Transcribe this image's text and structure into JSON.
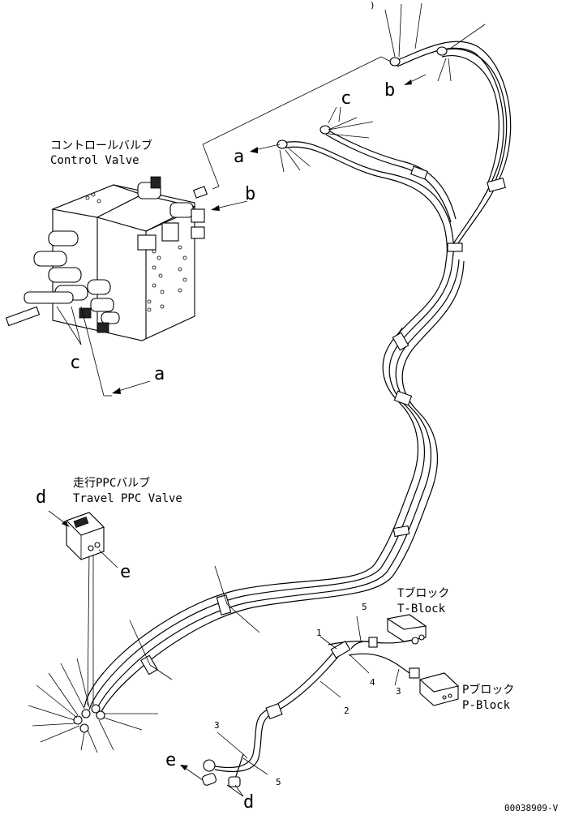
{
  "labels": {
    "control_valve_ja": "コントロールバルブ",
    "control_valve_en": "Control Valve",
    "travel_ppc_ja": "走行PPCバルブ",
    "travel_ppc_en": "Travel PPC Valve",
    "t_block_ja": "Tブロック",
    "t_block_en": "T-Block",
    "p_block_ja": "Pブロック",
    "p_block_en": "P-Block",
    "drawing_no": "00038909-V"
  },
  "callouts": {
    "a_top": "a",
    "b_top": "b",
    "c_top": "c",
    "b_valve": "b",
    "c_valve": "c",
    "a_valve": "a",
    "d_ppc": "d",
    "e_ppc": "e",
    "e_bottom": "e",
    "d_bottom": "d"
  },
  "part_numbers": {
    "p1": "1",
    "p2": "2",
    "p3a": "3",
    "p3b": "3",
    "p5a": "5",
    "p5b": "5",
    "p4": "4",
    "ptop": ")"
  }
}
